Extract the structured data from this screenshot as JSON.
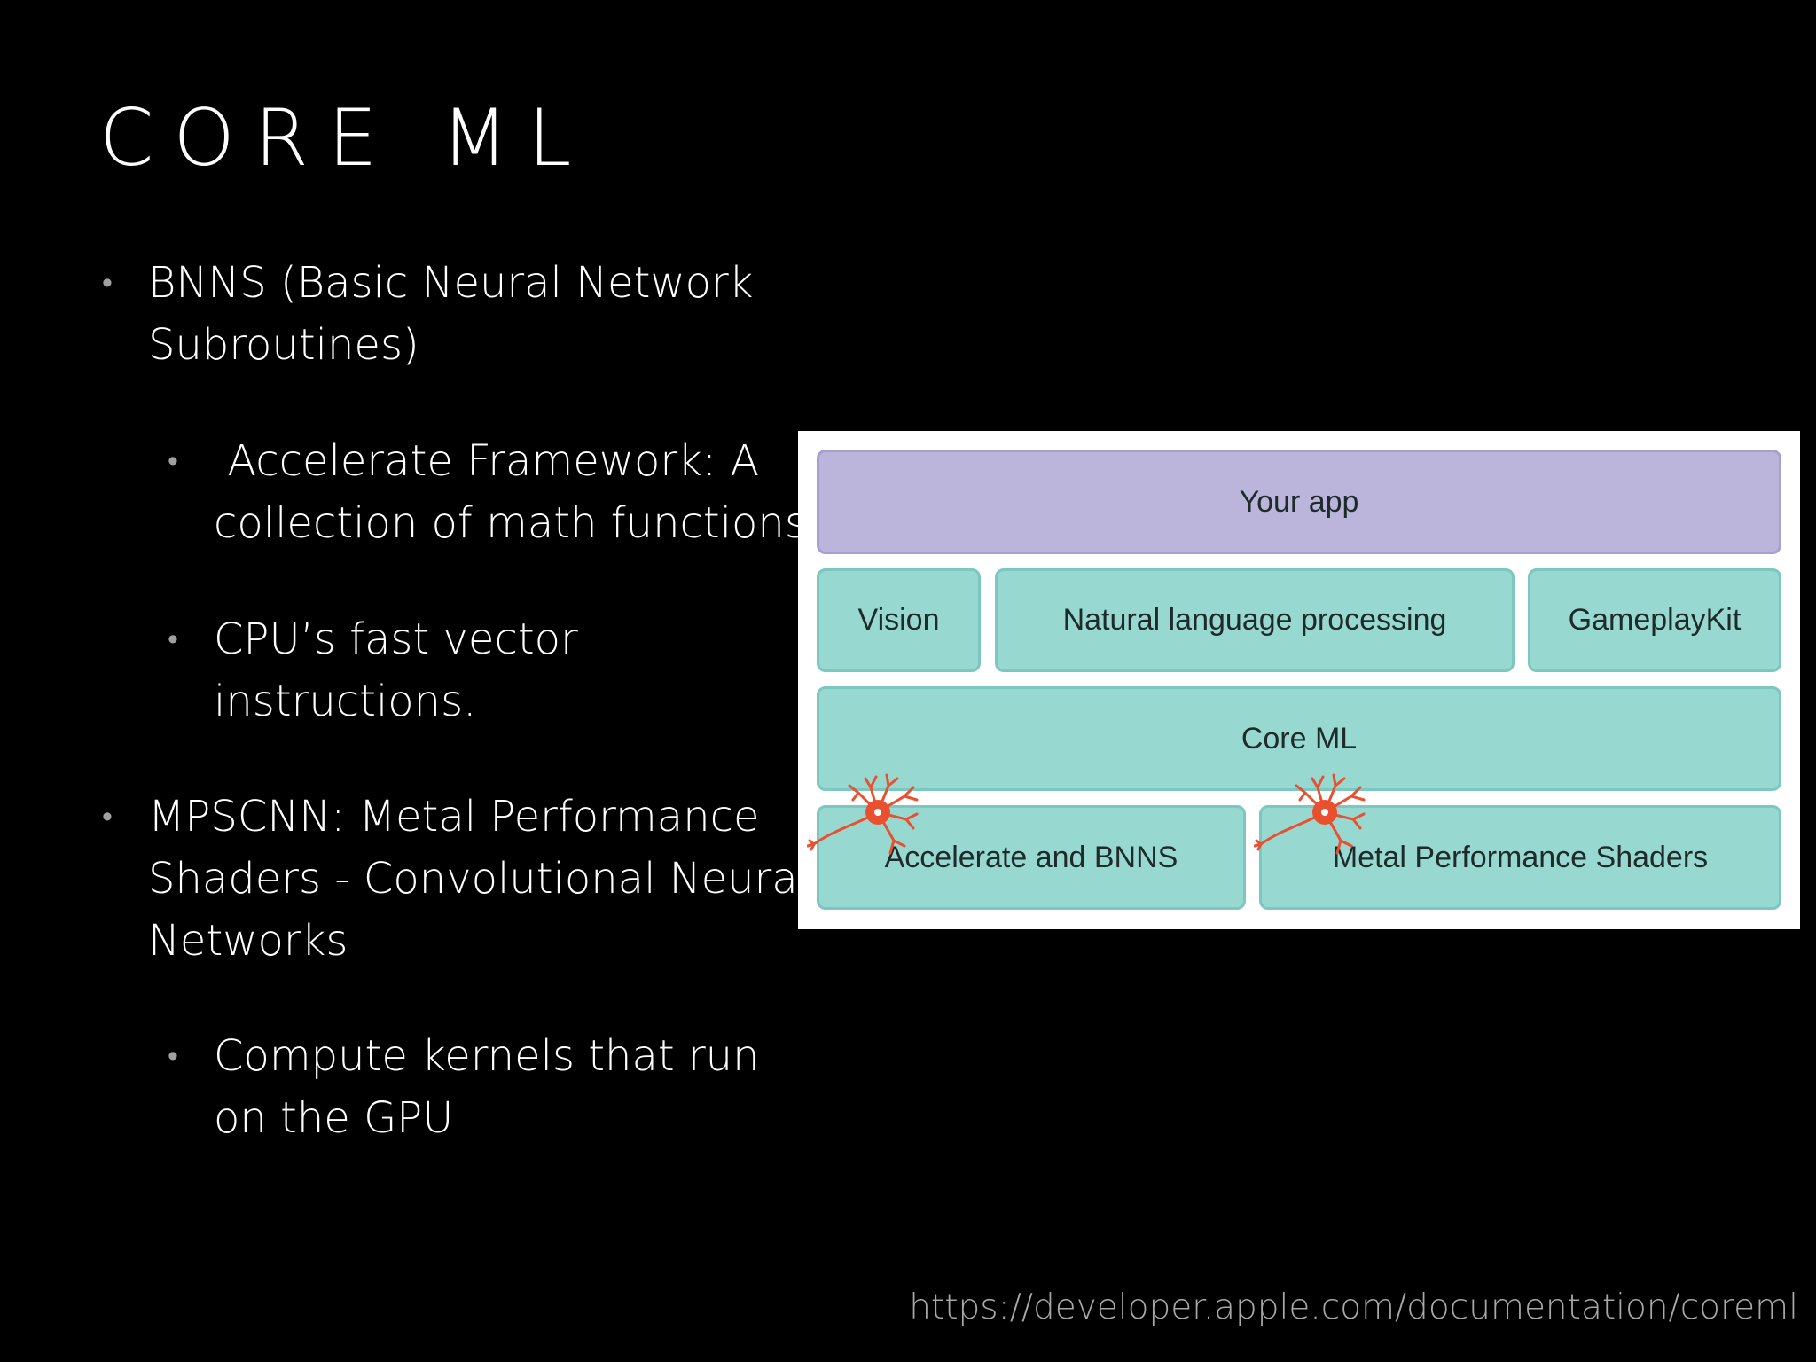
{
  "slide": {
    "title": "CORE ML",
    "source_url": "https://developer.apple.com/documentation/coreml"
  },
  "bullets": [
    {
      "level": 1,
      "lines": [
        "BNNS (Basic Neural Network",
        "Subroutines)"
      ]
    },
    {
      "level": 2,
      "lines": [
        " Accelerate Framework: A",
        "collection of math functions."
      ]
    },
    {
      "level": 2,
      "lines": [
        "CPU’s fast vector",
        "instructions."
      ]
    },
    {
      "level": 1,
      "lines": [
        "MPSCNN: Metal Performance",
        "Shaders - Convolutional Neural",
        "Networks"
      ]
    },
    {
      "level": 2,
      "lines": [
        "Compute kernels that run",
        "on the GPU"
      ]
    }
  ],
  "diagram": {
    "your_app": "Your app",
    "vision": "Vision",
    "nlp": "Natural language processing",
    "gameplaykit": "GameplayKit",
    "core_ml": "Core ML",
    "accelerate_bnns": "Accelerate and BNNS",
    "metal_shaders": "Metal Performance Shaders"
  },
  "colors": {
    "app_layer": "#bbb5dc",
    "teal_layer": "#97d8d1",
    "neuron": "#e8502f"
  },
  "icons": [
    "neuron-icon",
    "neuron-icon"
  ]
}
